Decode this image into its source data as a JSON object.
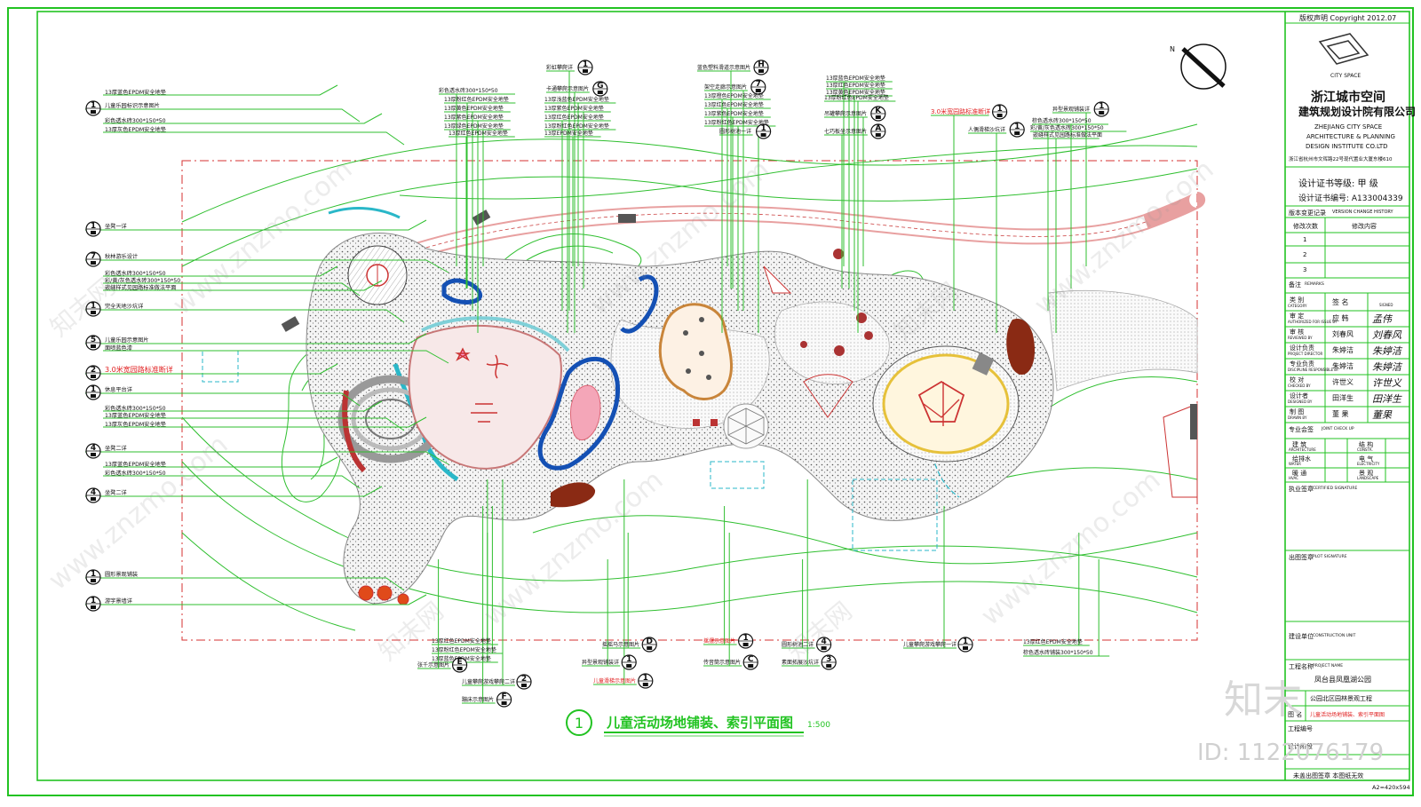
{
  "drawing": {
    "title": "儿童活动场地铺装、索引平面图",
    "title_number": "1",
    "scale": "1:500",
    "sheet_size": "A2=420x594",
    "north_label": "N"
  },
  "labels_left": [
    {
      "text": "13厚蓝色EPDM安全地垫",
      "code": ""
    },
    {
      "text": "儿童乐园标识示意图片",
      "code": "1"
    },
    {
      "text": "彩色透水砖300*150*50",
      "code": ""
    },
    {
      "text": "13厚灰色EPDM安全地垫",
      "code": ""
    },
    {
      "text": "坐凳一详",
      "code": "1"
    },
    {
      "text": "秋林游乐设计",
      "code": "7"
    },
    {
      "text": "彩色透水砖300*150*50",
      "code": ""
    },
    {
      "text": "彩/黄/灰色透水砖300*150*50",
      "code": ""
    },
    {
      "text": "嵌缝样式见园路标准做法平面",
      "code": ""
    },
    {
      "text": "完全天地沙坑详",
      "code": "1"
    },
    {
      "text": "儿童乐园示意图片",
      "code": "5"
    },
    {
      "text": "面喷蓝色漆",
      "code": ""
    },
    {
      "text": "3.0米宽园路标准断详",
      "code": "2"
    },
    {
      "text": "休息平台详",
      "code": "1"
    },
    {
      "text": "彩色透水砖300*150*50",
      "code": ""
    },
    {
      "text": "13厚蓝色EPDM安全地垫",
      "code": ""
    },
    {
      "text": "13厚灰色EPDM安全地垫",
      "code": ""
    },
    {
      "text": "坐凳二详",
      "code": "4"
    },
    {
      "text": "13厚蓝色EPDM安全地垫",
      "code": ""
    },
    {
      "text": "彩色透水砖300*150*50",
      "code": ""
    },
    {
      "text": "坐凳二详",
      "code": "4"
    },
    {
      "text": "圆形景观铺装",
      "code": "1"
    },
    {
      "text": "游字景墙详",
      "code": "1"
    }
  ],
  "labels_top": [
    {
      "text": "彩色透水砖300*150*50"
    },
    {
      "text": "13厚粉红色EPDM安全地垫"
    },
    {
      "text": "13厚黄色EPDM安全地垫"
    },
    {
      "text": "13厚紫色EPDM安全地垫"
    },
    {
      "text": "13厚绿色EPDM安全地垫"
    },
    {
      "text": "13厚红色EPDM安全地垫"
    },
    {
      "text": "彩虹攀爬详",
      "code": "1"
    },
    {
      "text": "卡通攀爬示意图片",
      "code": "G"
    },
    {
      "text": "13厚浅蓝色EPDM安全地垫"
    },
    {
      "text": "13厚紫色EPDM安全地垫"
    },
    {
      "text": "13厚红色EPDM安全地垫"
    },
    {
      "text": "13厚粉红色EPDM安全地垫"
    },
    {
      "text": "13厚EPDM安全地垫"
    },
    {
      "text": "蓝色塑料滑道示意图片",
      "code": "H"
    },
    {
      "text": "架空走廊示意图片",
      "code": "7"
    },
    {
      "text": "13厚橙色EPDM安全地垫"
    },
    {
      "text": "13厚红色EPDM安全地垫"
    },
    {
      "text": "13厚紫色EPDM安全地垫"
    },
    {
      "text": "13厚粉红色EPDM安全地垫"
    },
    {
      "text": "圆形树池一详",
      "code": "1"
    },
    {
      "text": "13厚蓝色EPDM安全地垫"
    },
    {
      "text": "13厚红色EPDM安全地垫"
    },
    {
      "text": "13厚黄色EPDM安全地垫"
    },
    {
      "text": "13厚粉红色EPDM安全地垫"
    },
    {
      "text": "吊罐攀爬示意图片",
      "code": "K"
    },
    {
      "text": "七巧板坐示意图片",
      "code": "A"
    },
    {
      "text": "3.0米宽园路标准断详",
      "code": "1"
    },
    {
      "text": "人偶滑梯沙坑详",
      "code": "1"
    },
    {
      "text": "异型景观铺装详",
      "code": "1"
    },
    {
      "text": "棕色透水砖300*150*50"
    },
    {
      "text": "彩/黄/灰色透水砖300*150*50"
    },
    {
      "text": "嵌缝样式见园路标准做法平面"
    }
  ],
  "labels_bottom": [
    {
      "text": "13厚红色EPDM安全地垫"
    },
    {
      "text": "13厚粉红色EPDM安全地垫"
    },
    {
      "text": "13厚蓝色EPDM安全地垫"
    },
    {
      "text": "张千示意图片",
      "code": "E"
    },
    {
      "text": "儿童攀爬游戏攀爬二详",
      "code": "2"
    },
    {
      "text": "蹦床示意图片",
      "code": "F"
    },
    {
      "text": "摇摇马示意图片",
      "code": "D"
    },
    {
      "text": "异型景观铺装详",
      "code": "1"
    },
    {
      "text": "儿童滑梯示意图片",
      "code": "1"
    },
    {
      "text": "摇摆示意图片",
      "code": "1"
    },
    {
      "text": "传音筒示意图片",
      "code": "C"
    },
    {
      "text": "圆形树池二详",
      "code": "4"
    },
    {
      "text": "素面拓展沙坑详",
      "code": "3"
    },
    {
      "text": "儿童攀爬游戏攀爬一详",
      "code": "1"
    },
    {
      "text": "13厚红色EPDM安全地垫"
    },
    {
      "text": "棕色透水砖铺装300*150*50"
    }
  ],
  "title_block": {
    "copyright": "版权声明  Copyright 2012.07",
    "logo_caption": "CITY SPACE",
    "company_cn_1": "浙江城市空间",
    "company_cn_2": "建筑规划设计院有限公司",
    "company_en_1": "ZHEJIANG CITY SPACE",
    "company_en_2": "ARCHITECTURE & PLANNING",
    "company_en_3": "DESIGN INSTITUTE CO.LTD",
    "address": "浙江省杭州市文晖路22号现代置业大厦东楼610",
    "cert_level": "设计证书等级: 甲  级",
    "cert_no": "设计证书编号: A133004339",
    "version_cn": "版本变更记录",
    "version_en": "VERSION CHANGE HISTORY",
    "rev_count": "修改次数",
    "rev_content": "修改内容",
    "revs": [
      "1",
      "2",
      "3"
    ],
    "remarks": "备注",
    "remarks_en": "REMARKS",
    "roles": [
      {
        "cn": "类  别",
        "en": "CATEGORY",
        "name_cn": "签  名",
        "name_en": "SIGNED",
        "sig": ""
      },
      {
        "cn": "审  定",
        "en": "AUTHORIZED FOR ISSUE BY",
        "name_cn": "应  韩",
        "name_en": "",
        "sig": "孟伟"
      },
      {
        "cn": "审  核",
        "en": "REVIEWED BY",
        "name_cn": "刘春风",
        "name_en": "",
        "sig": "刘春风"
      },
      {
        "cn": "设计负责",
        "en": "PROJECT DIRECTOR",
        "name_cn": "朱婷洁",
        "name_en": "",
        "sig": "朱婷洁"
      },
      {
        "cn": "专业负责",
        "en": "DISCIPLINE RESPONSIBLE BY",
        "name_cn": "朱婷洁",
        "name_en": "",
        "sig": "朱婷洁"
      },
      {
        "cn": "校  对",
        "en": "CHECKED BY",
        "name_cn": "许世义",
        "name_en": "",
        "sig": "许世义"
      },
      {
        "cn": "设计者",
        "en": "DESIGNED BY",
        "name_cn": "田洋生",
        "name_en": "",
        "sig": "田洋生"
      },
      {
        "cn": "制  图",
        "en": "DRAWN BY",
        "name_cn": "董 果",
        "name_en": "",
        "sig": "董果"
      }
    ],
    "joint_check": "专业会签",
    "joint_check_en": "JOINT CHECK UP",
    "disciplines": [
      {
        "a_cn": "建  筑",
        "a_en": "ARCHITECTURE",
        "b_cn": "结  构",
        "b_en": "CONSTR."
      },
      {
        "a_cn": "给排水",
        "a_en": "WATER",
        "b_cn": "电  气",
        "b_en": "ELECTRICITY"
      },
      {
        "a_cn": "暖  通",
        "a_en": "HVAC",
        "b_cn": "景  观",
        "b_en": "LANDSCAPE"
      }
    ],
    "certified_sig": "执业签章",
    "certified_sig_en": "CERTIFIED SIGNATURE",
    "plot_sig": "出图签章",
    "plot_sig_en": "PLOT SIGNATURE",
    "construction_unit": "建设单位",
    "construction_unit_en": "CONSTRUCTION UNIT",
    "project_name": "工程名称",
    "project_name_en": "PROJECT NAME",
    "project_value": "凤台县凤凰湖公园",
    "subproject": "公园北区园林景观工程",
    "drawing_name_label": "图  名",
    "drawing_name_value": "儿童活动场地铺装、索引平面图",
    "project_no": "工程编号",
    "design_stage": "设计阶段",
    "unstamped": "未盖出图签章  本图纸无效"
  },
  "watermark": {
    "brand": "知末",
    "id": "ID: 1122076179",
    "site": "www.znzmo.com",
    "site_cn": "知末网"
  },
  "colors": {
    "frame_green": "#22c322",
    "leader_green": "#2fbf2f",
    "text_red": "#e02020",
    "epdm_blue": "#1450b4",
    "epdm_pink": "#f4a6b8",
    "brown": "#8a2a14",
    "gravel": "#cfcfcf",
    "path_cyan": "#2ab7c8"
  }
}
